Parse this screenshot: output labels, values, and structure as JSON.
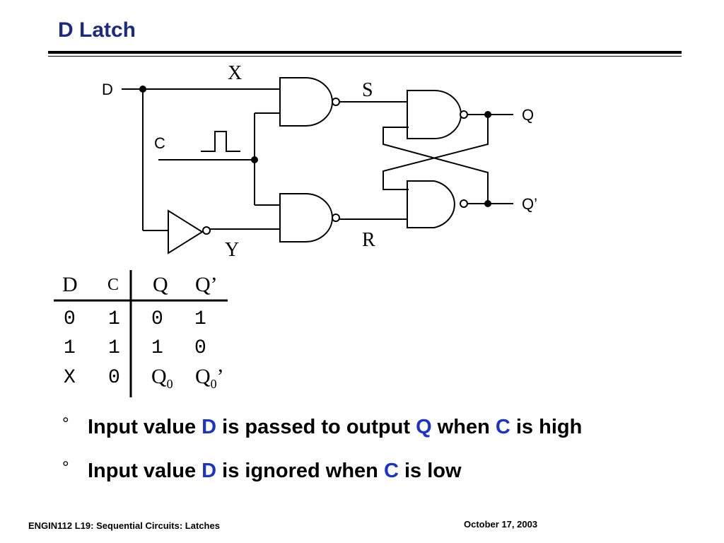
{
  "slide": {
    "title": "D Latch"
  },
  "circuit": {
    "labels": {
      "d": "D",
      "c": "C",
      "x": "X",
      "y": "Y",
      "s": "S",
      "r": "R",
      "q": "Q",
      "q_bar": "Q’"
    }
  },
  "truth_table": {
    "headers": [
      "D",
      "C",
      "Q",
      "Q’"
    ],
    "rows": [
      [
        "0",
        "1",
        "0",
        "1"
      ],
      [
        "1",
        "1",
        "1",
        "0"
      ],
      [
        "X",
        "0",
        "Q",
        "Q"
      ]
    ],
    "q0_sub": "0",
    "q0_prime_sub": "0",
    "q0_prime_mark": "’"
  },
  "bullets": [
    {
      "mark": "°",
      "parts": [
        "Input value ",
        "D",
        " is passed to output ",
        "Q",
        " when ",
        "C",
        " is high"
      ]
    },
    {
      "mark": "°",
      "parts": [
        "Input value ",
        "D",
        " is ignored when ",
        "C",
        " is low"
      ]
    }
  ],
  "footer": {
    "left": "ENGIN112  L19: Sequential Circuits: Latches",
    "right": "October 17, 2003"
  },
  "colors": {
    "title": "#1c2a80",
    "highlight": "#1a33cc"
  }
}
